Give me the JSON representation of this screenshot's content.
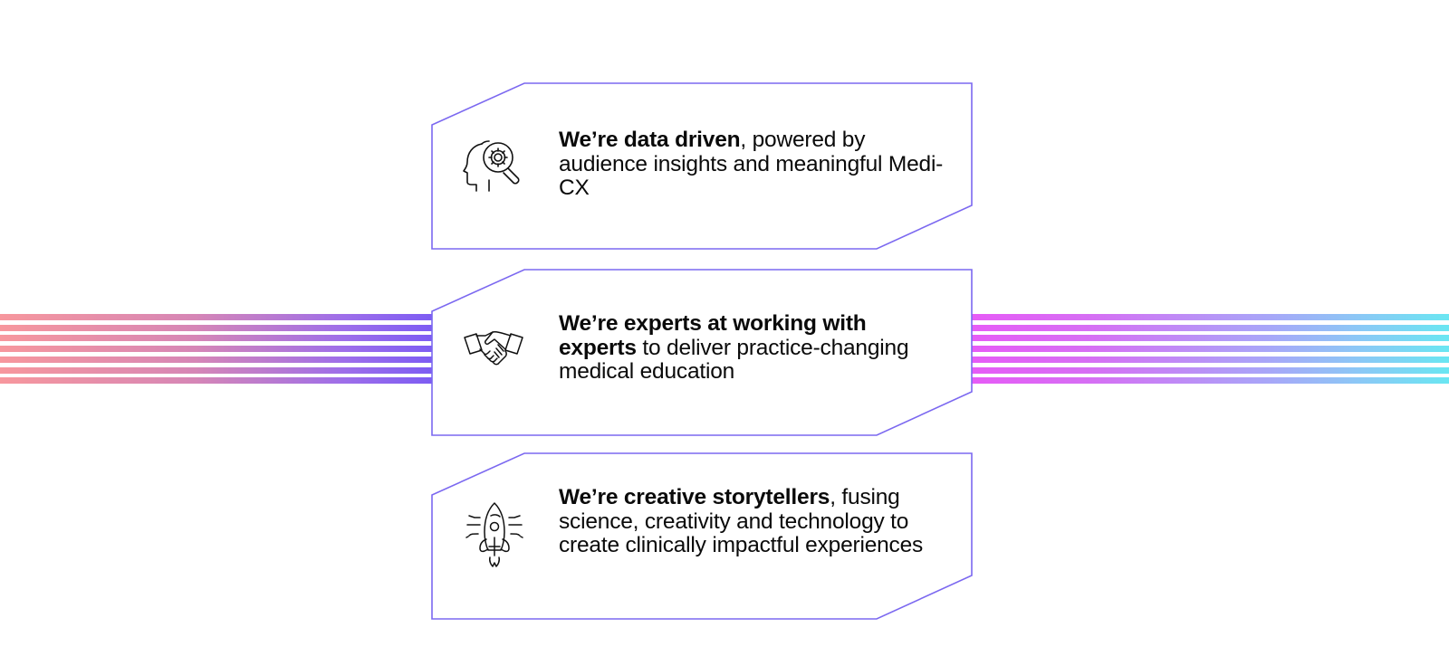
{
  "colors": {
    "frame": "#7b68f0",
    "text": "#0a0a0a",
    "stripes_left": [
      "#f7979d",
      "#d686b6",
      "#9d6eea",
      "#7d5cf3"
    ],
    "stripes_right": [
      "#e65bf6",
      "#d66ff4",
      "#a8a6f8",
      "#8dc6f6",
      "#6ae6f2"
    ]
  },
  "decoration": {
    "stripe_count": 7
  },
  "cards": [
    {
      "icon": "head-gear-magnifier-icon",
      "bold": "We’re data driven",
      "rest": ", powered by audience insights and meaningful Medi-CX"
    },
    {
      "icon": "handshake-icon",
      "bold": "We’re experts at working with experts",
      "rest": " to deliver practice-changing medical education"
    },
    {
      "icon": "rocket-icon",
      "bold": "We’re creative storytellers",
      "rest": ", fusing science, creativity and technology to create clinically impactful experiences"
    }
  ]
}
